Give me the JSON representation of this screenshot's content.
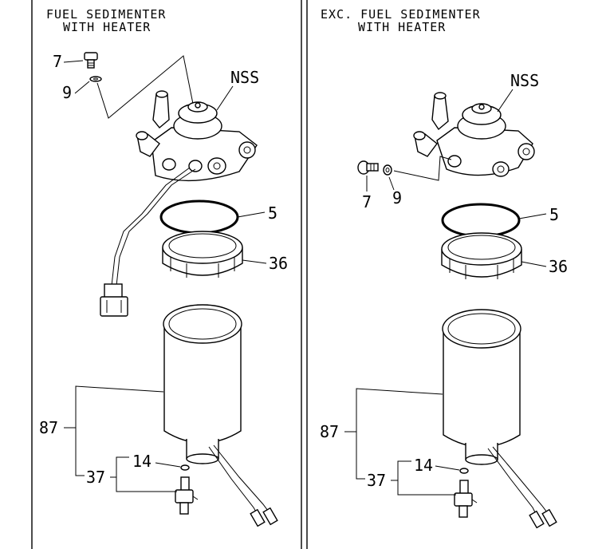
{
  "left_panel": {
    "title_line1": "FUEL SEDIMENTER",
    "title_line2": "WITH HEATER",
    "labels": {
      "p7": "7",
      "p9": "9",
      "nss": "NSS",
      "p5": "5",
      "p36": "36",
      "p87": "87",
      "p14": "14",
      "p37": "37"
    }
  },
  "right_panel": {
    "title_line1": "EXC. FUEL SEDIMENTER",
    "title_line2": "WITH HEATER",
    "labels": {
      "p7": "7",
      "p9": "9",
      "nss": "NSS",
      "p5": "5",
      "p36": "36",
      "p87": "87",
      "p14": "14",
      "p37": "37"
    }
  }
}
